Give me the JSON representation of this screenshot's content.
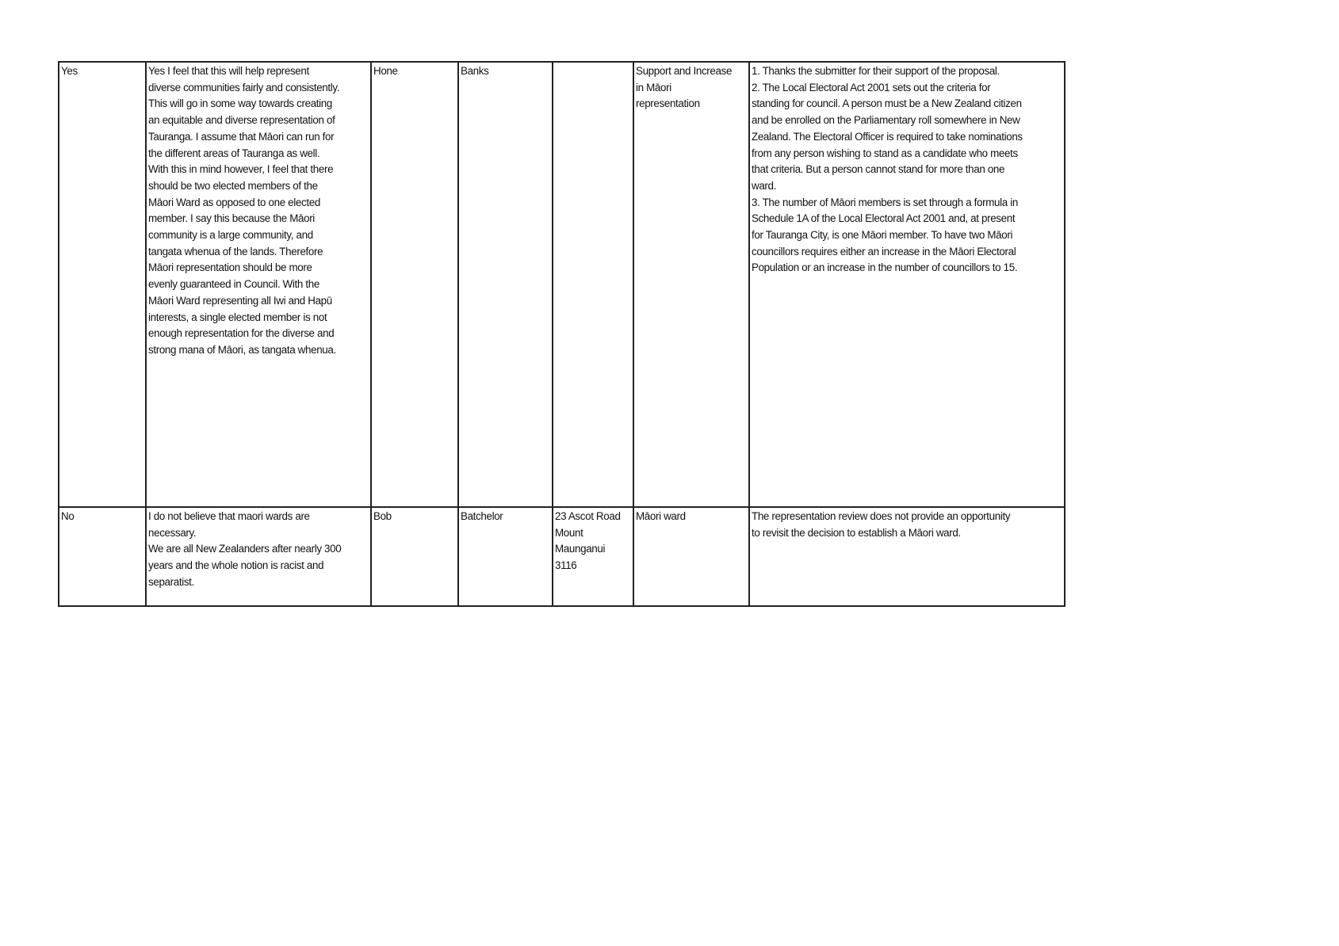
{
  "rows": [
    {
      "support": "Yes",
      "comment": "Yes I feel that this will help represent\ndiverse communities fairly and consistently.\nThis will go in some way towards creating\nan equitable and diverse representation of\nTauranga. I assume that Māori can run for\nthe different areas of Tauranga as well.\nWith this in mind however, I feel that there\nshould be two elected members of the\nMāori Ward as opposed to one elected\nmember. I say this because the Māori\ncommunity is a large community, and\ntangata whenua of the lands.  Therefore\nMāori representation should be more\nevenly guaranteed in Council. With the\nMāori Ward representing all Iwi and Hapū\ninterests, a single elected member is not\nenough representation for the diverse and\nstrong mana of Māori, as tangata whenua.",
      "first_name": "Hone",
      "last_name": "Banks",
      "address": "",
      "topic": "Support and Increase\nin Māori\nrepresentation",
      "response": "1. Thanks the submitter for their support of the proposal.\n 2.  The Local Electoral Act 2001 sets out the criteria for\nstanding for council. A person must be a New Zealand citizen\nand be enrolled on the Parliamentary roll somewhere in New\nZealand. The Electoral Officer is required to take nominations\nfrom any person wishing to stand as a candidate who meets\nthat criteria. But a person cannot stand for more than one\nward.\n 3. The number of Māori members is set through a formula in\nSchedule 1A of the Local Electoral Act 2001 and, at present\nfor Tauranga City, is one Māori member. To have two Māori\ncouncillors requires either an increase in the Māori Electoral\nPopulation or an increase in the number of councillors to 15."
    },
    {
      "support": "No",
      "comment": "I do not believe that maori wards are\nnecessary.\nWe are all New Zealanders after nearly 300\nyears and the whole notion is racist and\nseparatist.",
      "first_name": "Bob",
      "last_name": "Batchelor",
      "address": "23 Ascot Road\nMount\nMaunganui\n3116",
      "topic": "Māori ward",
      "response": "The representation review does not provide an opportunity\nto revisit the decision to establish a Māori ward."
    }
  ]
}
